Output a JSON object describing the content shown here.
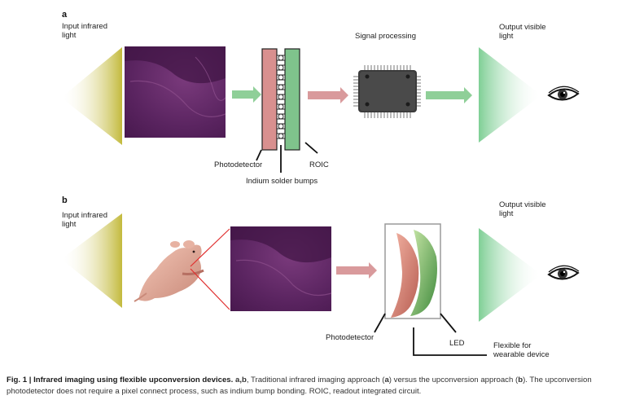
{
  "panel_a": {
    "letter": "a",
    "input_label": "Input infrared\nlight",
    "signal_label": "Signal processing",
    "output_label": "Output visible\nlight",
    "photodetector_label": "Photodetector",
    "roic_label": "ROIC",
    "bumps_label": "Indium solder bumps"
  },
  "panel_b": {
    "letter": "b",
    "input_label": "Input infrared\nlight",
    "output_label": "Output visible\nlight",
    "photodetector_label": "Photodetector",
    "led_label": "LED",
    "flexible_label": "Flexible for\nwearable device"
  },
  "caption": {
    "fig_number": "Fig. 1 | Infrared imaging using flexible upconversion devices.",
    "ab": "a,b",
    "text1": ", Traditional infrared imaging approach (",
    "a": "a",
    "text2": ") versus the upconversion approach (",
    "b": "b",
    "text3": "). The upconversion photodetector does not require a pixel connect process, such as indium bump bonding. ROIC, readout integrated circuit."
  },
  "colors": {
    "infrared_cone": "#c9c04a",
    "visible_cone": "#8fd0a0",
    "tissue": "#6a2a6e",
    "photodetector": "#d9908f",
    "roic": "#7fc38c",
    "arrow_green": "#8fcf98",
    "arrow_pink": "#d99a9c",
    "chip": "#3a3a3a"
  }
}
